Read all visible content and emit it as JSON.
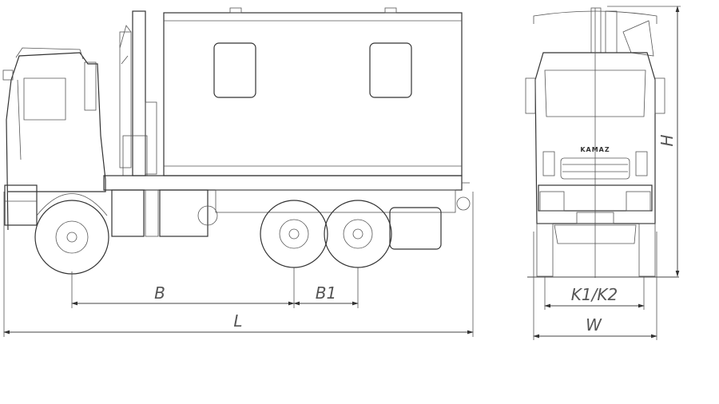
{
  "drawing": {
    "brand_logo": "KAMAZ",
    "side_view": {
      "dimensions": {
        "wheelbase": "B",
        "rear_axle_spacing": "B1",
        "overall_length": "L"
      }
    },
    "front_view": {
      "dimensions": {
        "track": "K1/K2",
        "overall_width": "W",
        "overall_height": "H"
      }
    },
    "line_color": "#333333",
    "background_color": "#ffffff"
  }
}
